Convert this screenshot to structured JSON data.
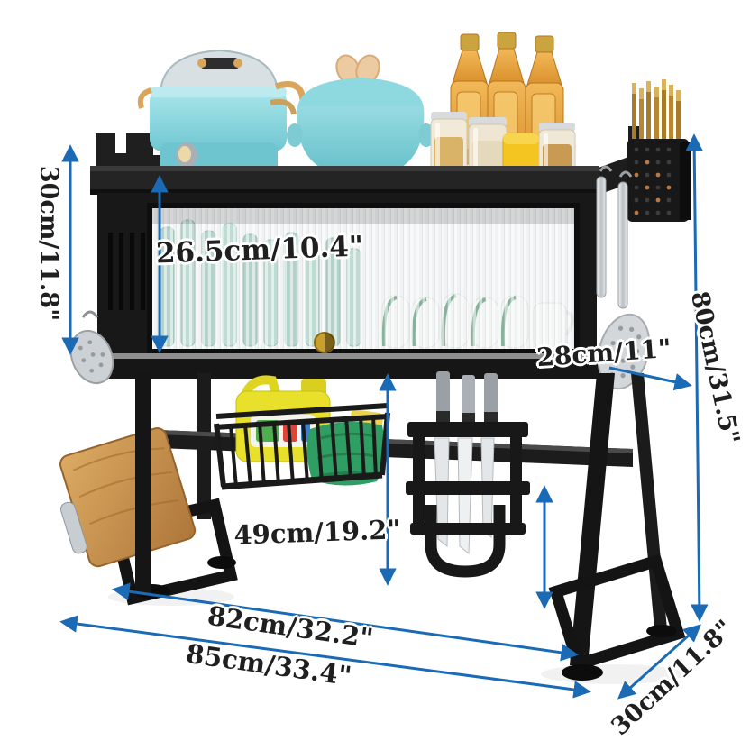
{
  "image": {
    "title": "Over-sink dish drying rack dimension diagram"
  },
  "annotations": {
    "arrow_color": "#1a6ab5",
    "labels": {
      "shelf_height": "30cm/11.8\"",
      "cabinet_height": "26.5cm/10.4\"",
      "cabinet_depth": "28cm/11\"",
      "clearance_height": "49cm/19.2\"",
      "total_height": "80cm/31.5\"",
      "inner_width": "82cm/32.2\"",
      "outer_width": "85cm/33.4\"",
      "base_depth": "30cm/11.8\""
    }
  },
  "scene": {
    "colors": {
      "rack_black": "#1a1a1a",
      "pot_teal": "#8ed8df",
      "bottle_amber": "#e8a83e",
      "panel_frost": "#e9ecee",
      "wood": "#c8924e",
      "detergent_yellow": "#e8e02a",
      "sponge_green": "#2f9e63",
      "chopstick_gold": "#b8862e",
      "knob_gold": "#caa02c",
      "steel": "#cdd2d6"
    }
  }
}
